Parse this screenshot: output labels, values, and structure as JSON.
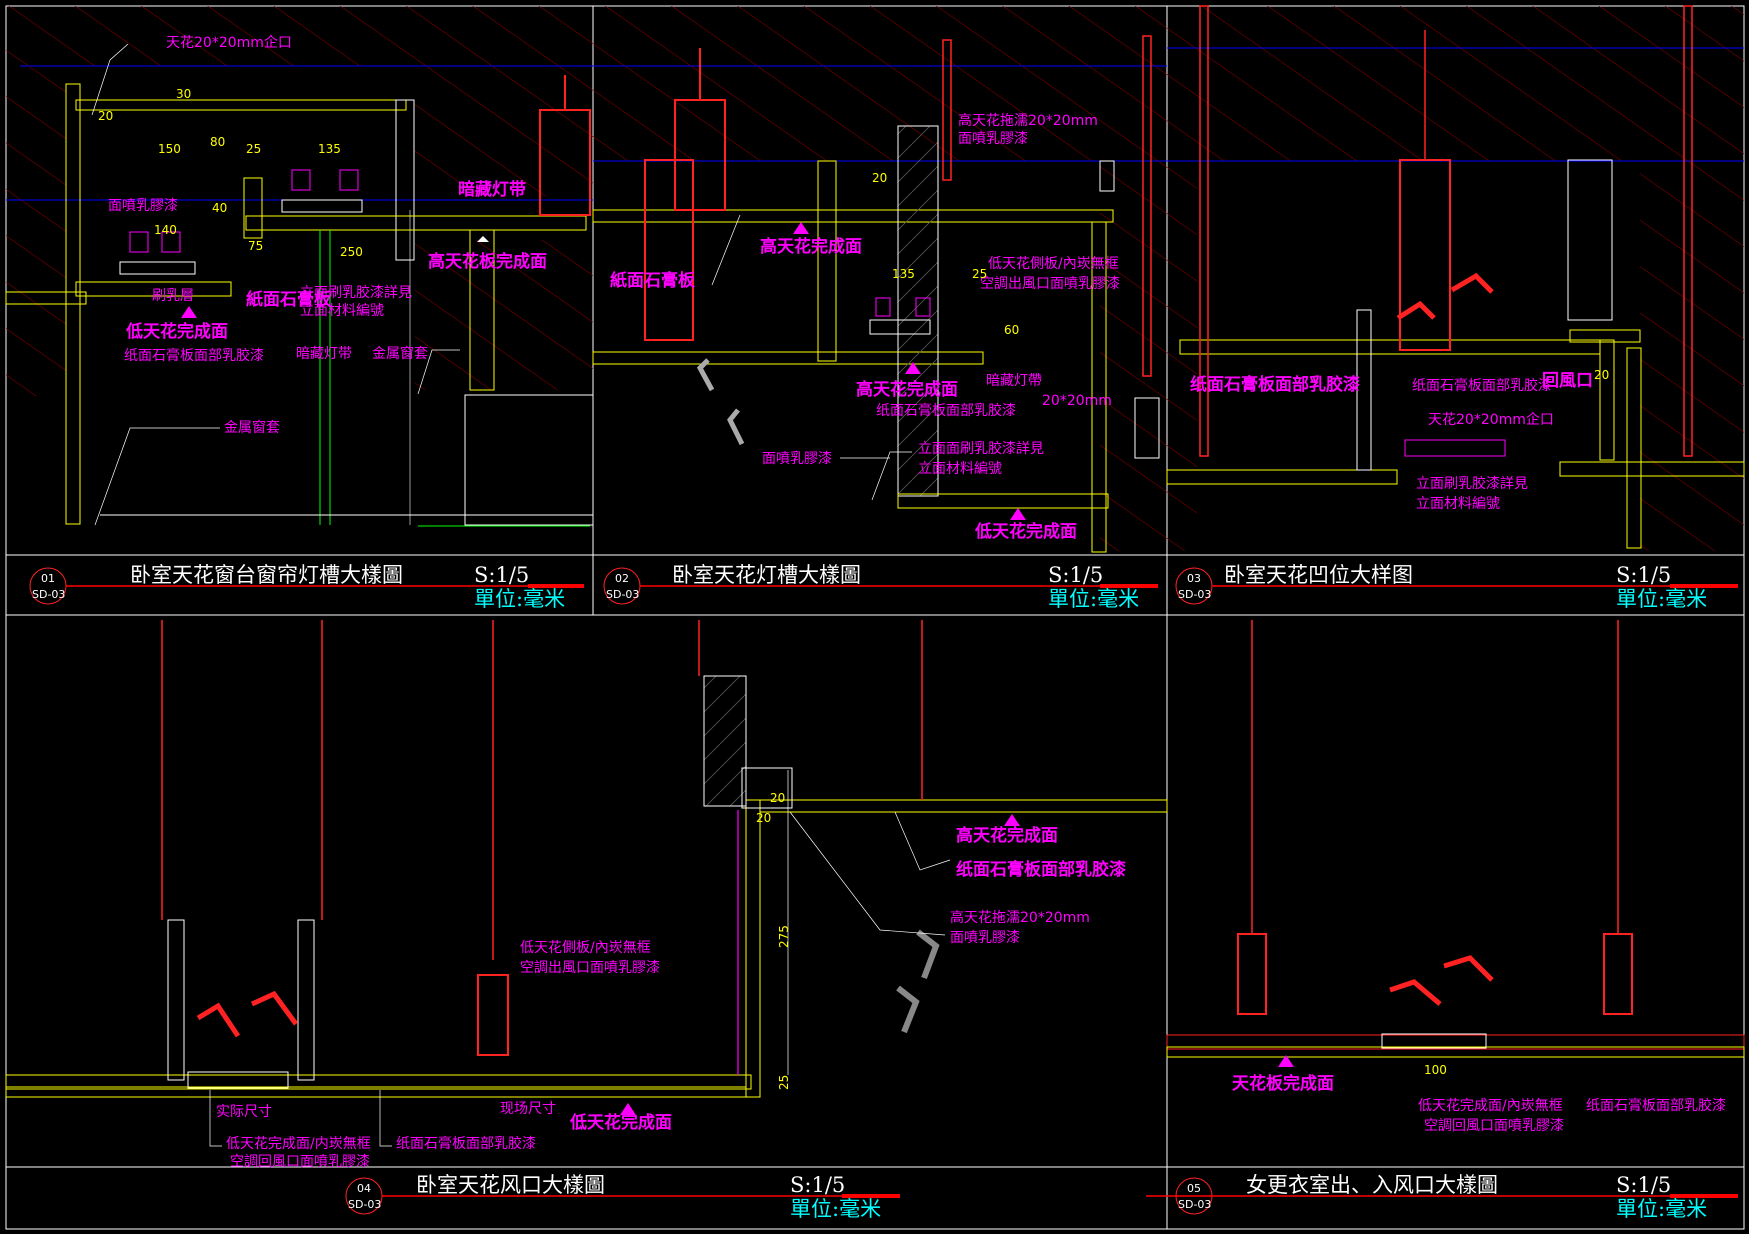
{
  "panels": [
    {
      "number": "01",
      "sheet": "SD-03",
      "title": "卧室天花窗台窗帘灯槽大樣圖",
      "scale": "S:1/5",
      "unit": "單位:毫米",
      "labels": [
        "天花20*20mm企口",
        "面噴乳膠漆",
        "暗藏灯带",
        "高天花板完成面",
        "紙面石膏板",
        "立面刷乳胶漆詳見",
        "立面材料編號",
        "低天花完成面",
        "纸面石膏板面部乳胶漆",
        "暗藏灯带",
        "金属窗套",
        "金属窗套",
        "刷乳層"
      ],
      "dims": [
        "20",
        "30",
        "150",
        "80",
        "25",
        "135",
        "40",
        "140",
        "75",
        "250"
      ]
    },
    {
      "number": "02",
      "sheet": "SD-03",
      "title": "卧室天花灯槽大樣圖",
      "scale": "S:1/5",
      "unit": "單位:毫米",
      "labels": [
        "高天花拖濡20*20mm",
        "面噴乳膠漆",
        "高天花完成面",
        "紙面石膏板",
        "低天花側板/內崁無框",
        "空調出風口面噴乳膠漆",
        "高天花完成面",
        "暗藏灯帶",
        "20*20mm",
        "纸面石膏板面部乳胶漆",
        "面噴乳膠漆",
        "立面面刷乳胶漆詳見",
        "立面材料編號",
        "低天花完成面"
      ],
      "dims": [
        "20",
        "135",
        "25",
        "60"
      ]
    },
    {
      "number": "03",
      "sheet": "SD-03",
      "title": "卧室天花凹位大样图",
      "scale": "S:1/5",
      "unit": "單位:毫米",
      "labels": [
        "纸面石膏板面部乳胶漆",
        "纸面石膏板面部乳胶漆",
        "回風口",
        "天花20*20mm企口",
        "立面刷乳胶漆詳見",
        "立面材料編號"
      ],
      "dims": [
        "20"
      ]
    },
    {
      "number": "04",
      "sheet": "SD-03",
      "title": "卧室天花风口大樣圖",
      "scale": "S:1/5",
      "unit": "單位:毫米",
      "labels": [
        "高天花完成面",
        "纸面石膏板面部乳胶漆",
        "高天花拖濡20*20mm",
        "面噴乳膠漆",
        "低天花側板/內崁無框",
        "空調出風口面噴乳膠漆",
        "实际尺寸",
        "现场尺寸",
        "低天花完成面",
        "低天花完成面/内崁無框",
        "空調回風口面噴乳膠漆",
        "纸面石膏板面部乳胶漆"
      ],
      "dims": [
        "20",
        "20",
        "275",
        "25"
      ]
    },
    {
      "number": "05",
      "sheet": "SD-03",
      "title": "女更衣室出、入风口大樣圖",
      "scale": "S:1/5",
      "unit": "單位:毫米",
      "labels": [
        "天花板完成面",
        "低天花完成面/內崁無框",
        "空調回風口面噴乳膠漆",
        "纸面石膏板面部乳胶漆"
      ],
      "dims": [
        "100"
      ]
    }
  ],
  "colors": {
    "background": "#000000",
    "border": "#ffffff",
    "annotation": "#ff00ff",
    "dimension": "#ffff00",
    "grid": "#0000ff",
    "hatch": "#8b0000",
    "accent": "#ff0000",
    "unit_text": "#00ffff"
  }
}
